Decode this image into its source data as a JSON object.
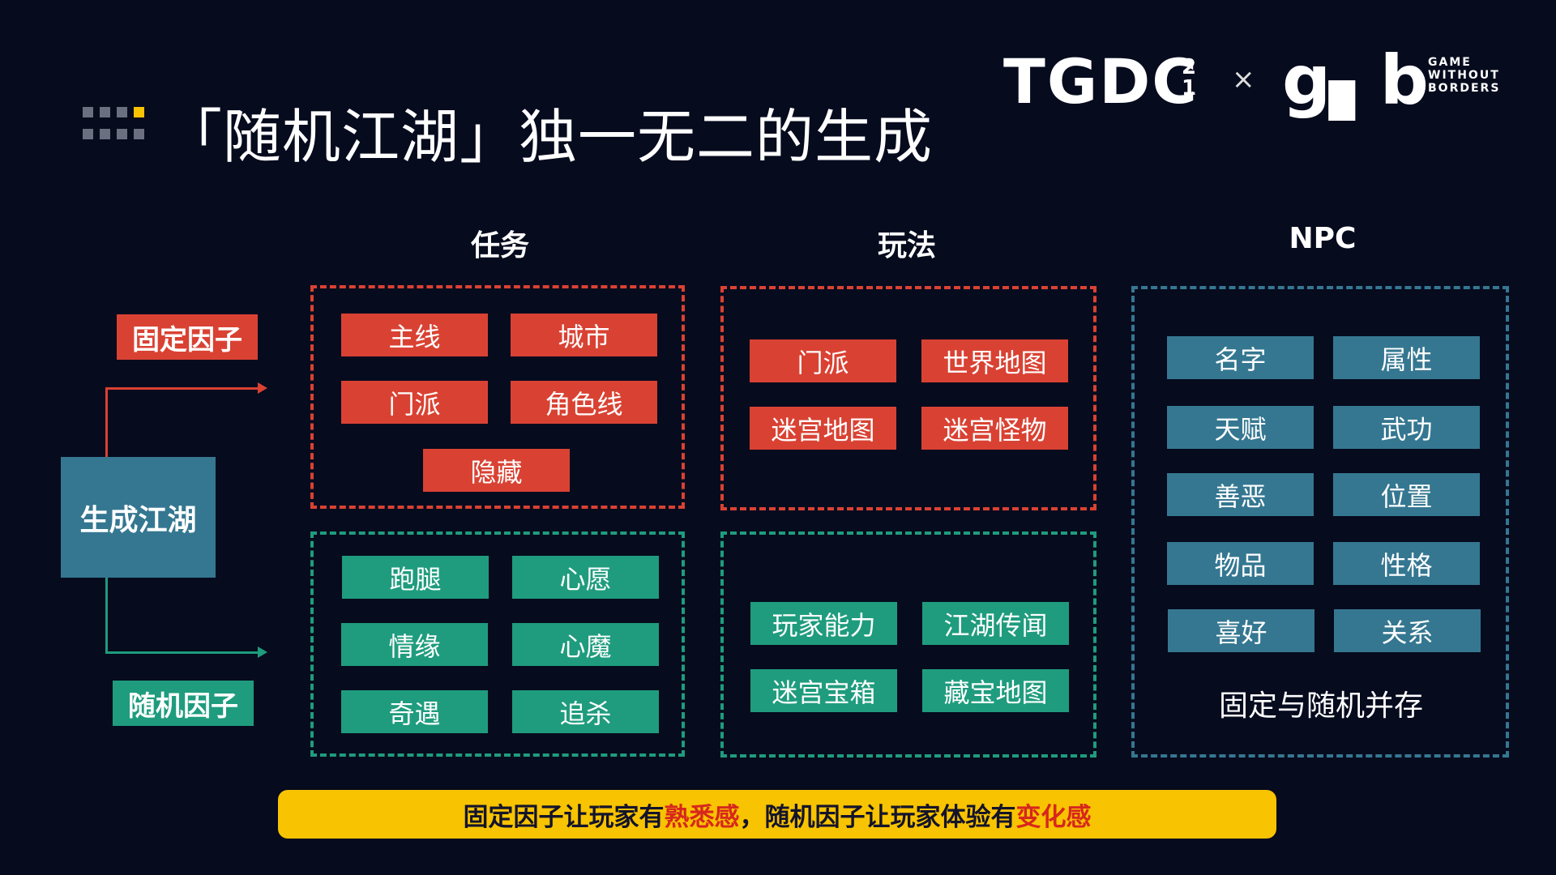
{
  "title": "「随机江湖」独一无二的生成",
  "logos": {
    "tgdc": "TGDC",
    "tgdc_year_top": "2",
    "tgdc_year_bottom": "1",
    "separator": "×",
    "gwb_mark": "g▖b",
    "gwb_text": [
      "GAME",
      "WITHOUT",
      "BORDERS"
    ]
  },
  "columns": {
    "task": "任务",
    "play": "玩法",
    "npc": "NPC"
  },
  "side": {
    "fixed": "固定因子",
    "random": "随机因子",
    "generate": "生成江湖"
  },
  "task_fixed": [
    "主线",
    "城市",
    "门派",
    "角色线",
    "隐藏"
  ],
  "task_random": [
    "跑腿",
    "心愿",
    "情缘",
    "心魔",
    "奇遇",
    "追杀"
  ],
  "play_fixed": [
    "门派",
    "世界地图",
    "迷宫地图",
    "迷宫怪物"
  ],
  "play_random": [
    "玩家能力",
    "江湖传闻",
    "迷宫宝箱",
    "藏宝地图"
  ],
  "npc_tags": [
    "名字",
    "属性",
    "天赋",
    "武功",
    "善恶",
    "位置",
    "物品",
    "性格",
    "喜好",
    "关系"
  ],
  "npc_note": "固定与随机并存",
  "banner": {
    "part1": "固定因子让玩家有",
    "hl1": "熟悉感",
    "part2": "，随机因子让玩家体验有",
    "hl2": "变化感"
  },
  "colors": {
    "background": "#060b1e",
    "fixed_red": "#d94233",
    "random_green": "#1f9c7e",
    "npc_blue": "#357791",
    "banner_yellow": "#f8c300",
    "highlight_red": "#d7271d"
  }
}
